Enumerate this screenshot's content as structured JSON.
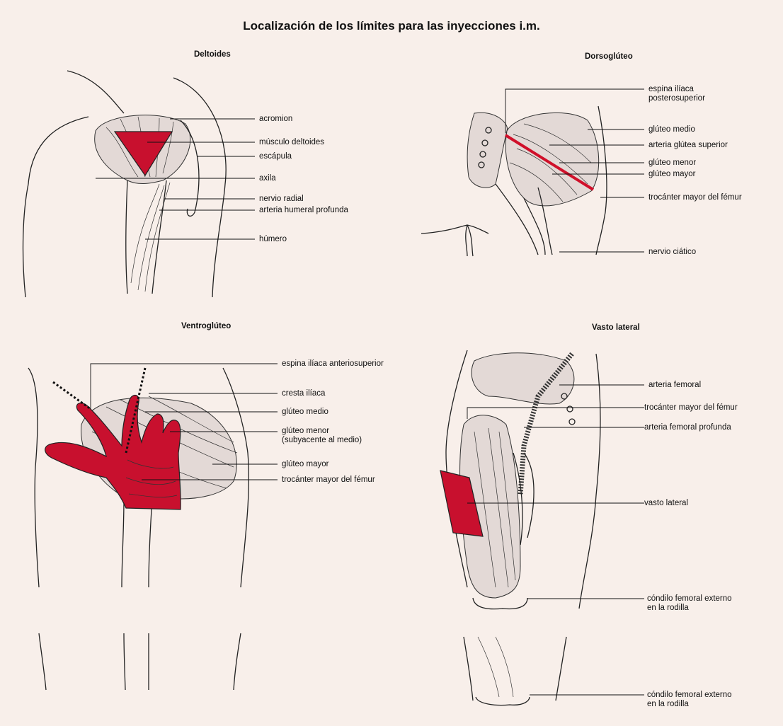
{
  "title": "Localización de los límites para las inyecciones i.m.",
  "panels": {
    "deltoides": {
      "title": "Deltoides",
      "labels": [
        "acromion",
        "músculo deltoides",
        "escápula",
        "axila",
        "nervio radial",
        "arteria humeral profunda",
        "húmero"
      ]
    },
    "dorsogluteo": {
      "title": "Dorsoglúteo",
      "labels": [
        "espina ilíaca\nposterosuperior",
        "glúteo medio",
        "arteria glútea superior",
        "glúteo menor",
        "glúteo mayor",
        "trocánter mayor del fémur",
        "nervio ciático"
      ]
    },
    "ventrogluteo": {
      "title": "Ventroglúteo",
      "labels": [
        "espina ilíaca anteriosuperior",
        "cresta ilíaca",
        "glúteo medio",
        "glúteo menor\n(subyacente al medio)",
        "glúteo mayor",
        "trocánter mayor del fémur"
      ]
    },
    "vasto_lateral": {
      "title": "Vasto lateral",
      "labels": [
        "arteria femoral",
        "trocánter mayor del fémur",
        "arteria femoral profunda",
        "vasto lateral",
        "cóndilo femoral externo\nen la rodilla",
        "cóndilo femoral externo\nen la rodilla"
      ]
    }
  },
  "colors": {
    "injection_area": "#c8102e",
    "paper": "#f8efea",
    "ink": "#222222"
  }
}
